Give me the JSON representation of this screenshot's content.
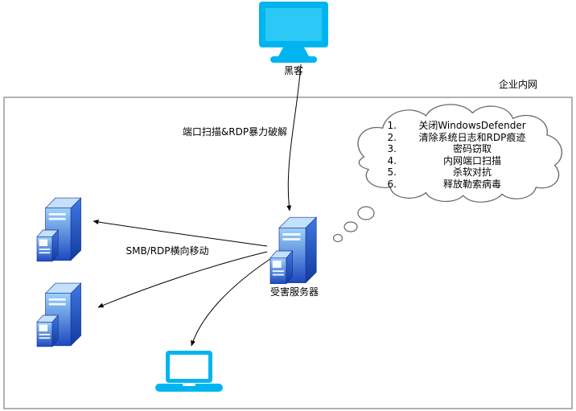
{
  "diagram": {
    "hacker": {
      "label": "黑客"
    },
    "intranet": {
      "label": "企业内网"
    },
    "arrows": {
      "port_scan_label": "端口扫描&RDP暴力破解",
      "lateral_move_label": "SMB/RDP横向移动"
    },
    "victim_server": {
      "label": "受害服务器"
    },
    "thought_cloud": {
      "items": [
        {
          "n": "1.",
          "text": "关闭WindowsDefender"
        },
        {
          "n": "2.",
          "text": "清除系统日志和RDP痕迹"
        },
        {
          "n": "3.",
          "text": "密码窃取"
        },
        {
          "n": "4.",
          "text": "内网端口扫描"
        },
        {
          "n": "5.",
          "text": "杀软对抗"
        },
        {
          "n": "6.",
          "text": "释放勒索病毒"
        }
      ]
    },
    "colors": {
      "device_cyan": "#00b5ef",
      "server_front_light": "#9ed2fa",
      "server_front_dark": "#1c49c0",
      "server_top": "#c3e1fb",
      "server_side_light": "#3f78e0",
      "server_side_dark": "#123a9e",
      "cloud_stroke": "#666666",
      "boundary_stroke": "#666666",
      "arrow_color": "#000000"
    }
  }
}
